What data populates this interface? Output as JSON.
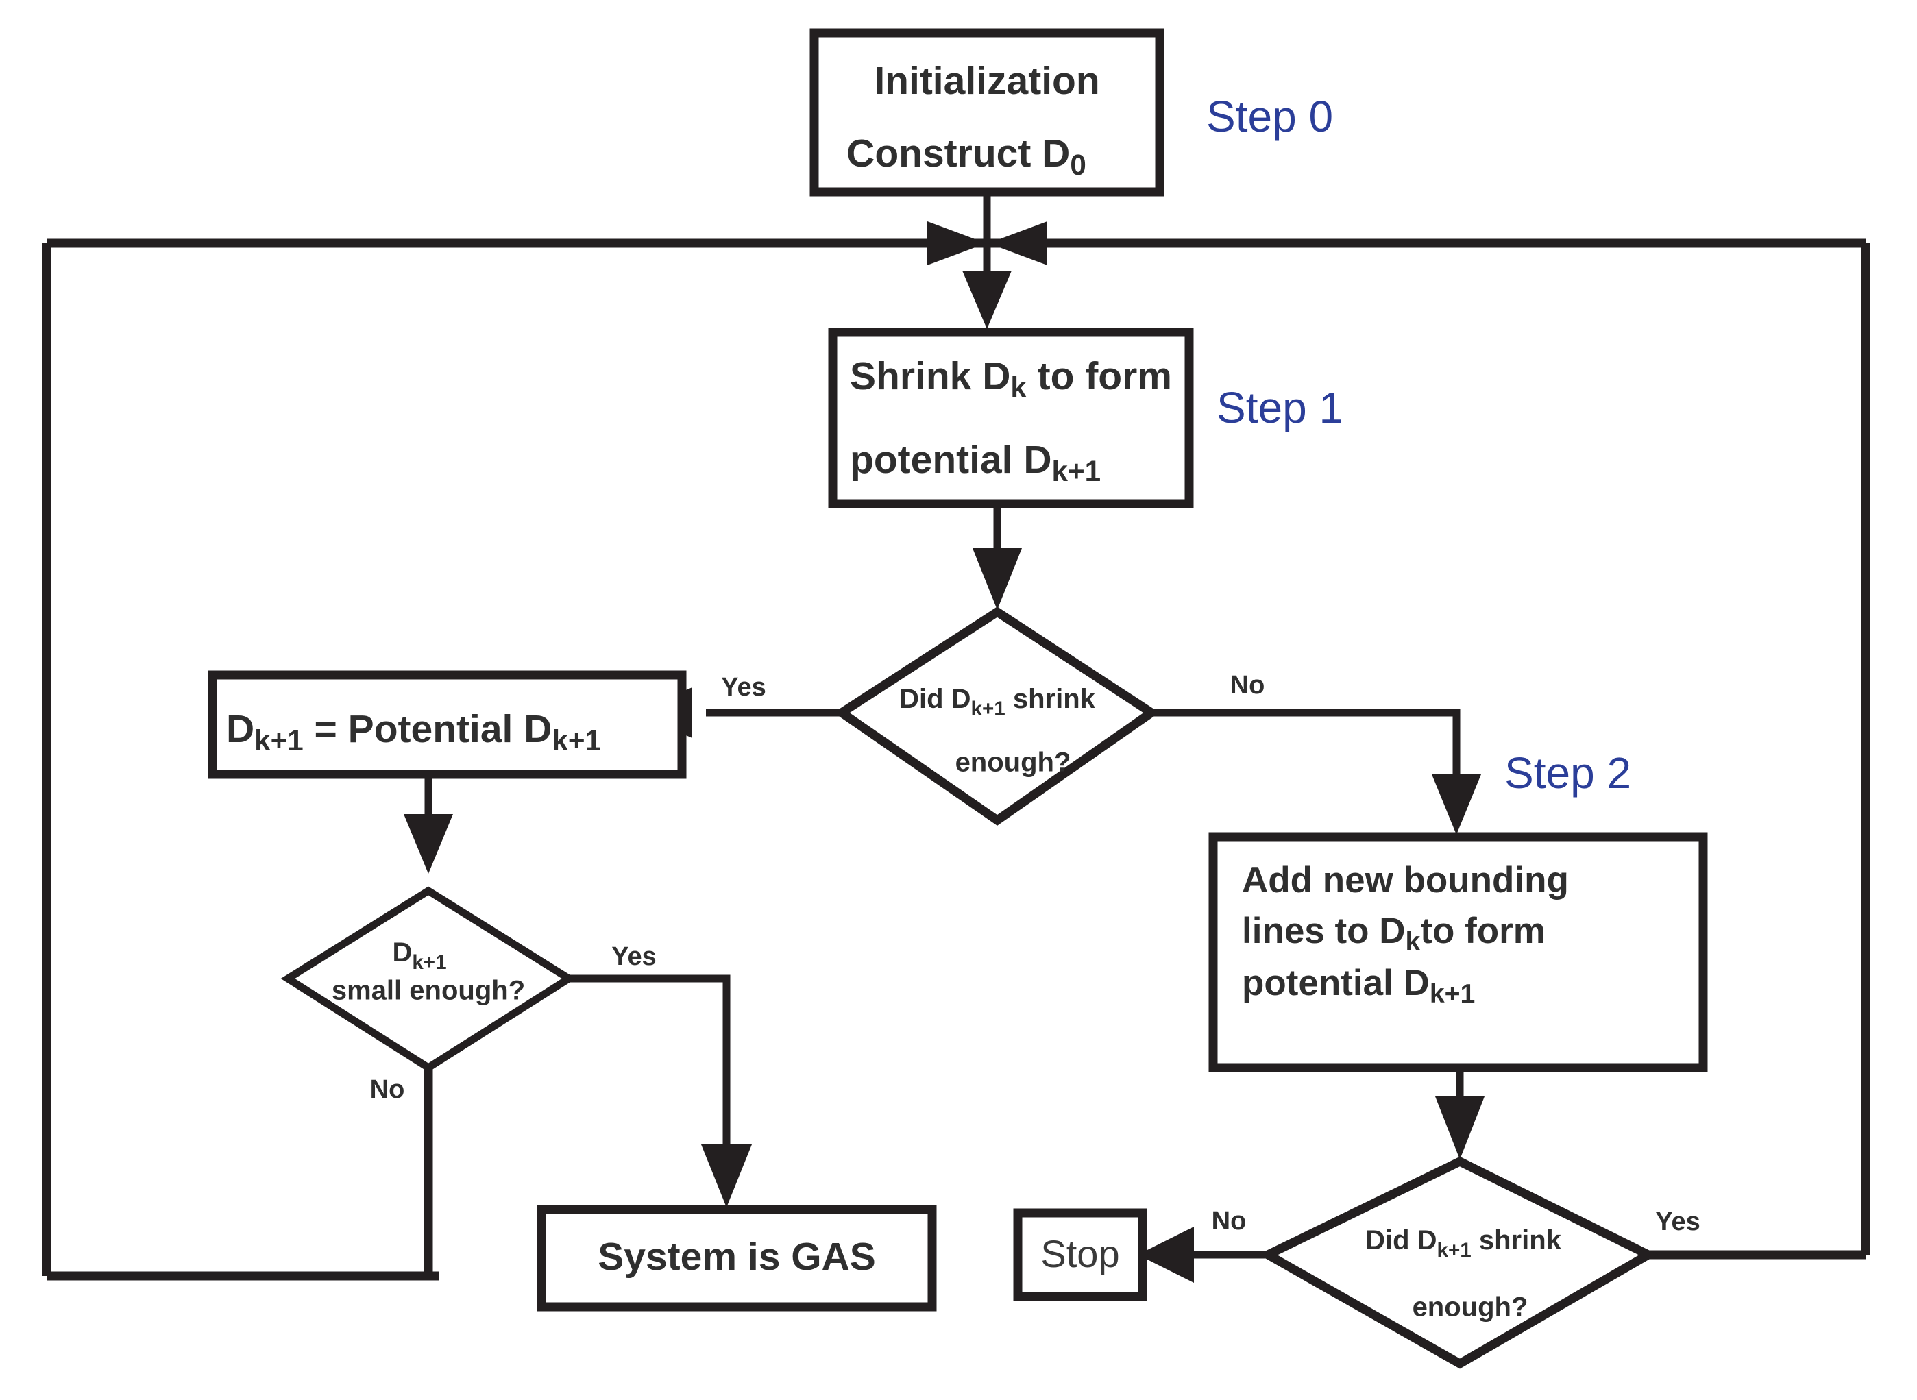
{
  "diagram": {
    "title": "Algorithm flowchart for shrinking bounding region D",
    "colors": {
      "stroke": "#231f20",
      "text": "#2f2f2f",
      "step_label": "#2b3e99",
      "background": "#ffffff"
    },
    "nodes": {
      "init": {
        "shape": "process",
        "line1": "Initialization",
        "line2_main": "Construct D",
        "line2_sub": "0"
      },
      "shrink": {
        "shape": "process",
        "line1_a": "Shrink D",
        "line1_sub": "k",
        "line1_b": " to form",
        "line2_a": "potential D",
        "line2_sub": "k+1"
      },
      "decision_shrink_enough": {
        "shape": "decision",
        "line1_a": "Did D",
        "line1_sub": "k+1",
        "line1_b": " shrink",
        "line2": "enough?"
      },
      "assign": {
        "shape": "process",
        "a_main": "D",
        "a_sub": "k+1",
        "mid": " = Potential D",
        "b_sub": "k+1"
      },
      "decision_small_enough": {
        "shape": "decision",
        "line1_main": "D",
        "line1_sub": "k+1",
        "line2": "small enough?"
      },
      "add_lines": {
        "shape": "process",
        "line1": "Add new bounding",
        "line2_a": "lines to D",
        "line2_sub": "k",
        "line2_b": "to form",
        "line3_a": "potential   D",
        "line3_sub": "k+1"
      },
      "gas": {
        "shape": "terminator",
        "label": "System is GAS"
      },
      "decision_shrink_enough_2": {
        "shape": "decision",
        "line1_a": "Did D",
        "line1_sub": "k+1",
        "line1_b": " shrink",
        "line2": "enough?"
      },
      "stop": {
        "shape": "terminator",
        "label": "Stop"
      }
    },
    "step_labels": [
      {
        "id": "step-0",
        "text": "Step 0"
      },
      {
        "id": "step-1",
        "text": "Step 1"
      },
      {
        "id": "step-2",
        "text": "Step 2"
      }
    ],
    "edge_labels": {
      "center_yes": "Yes",
      "center_no": "No",
      "small_yes": "Yes",
      "small_no": "No",
      "bottom_no": "No",
      "bottom_yes": "Yes"
    }
  }
}
